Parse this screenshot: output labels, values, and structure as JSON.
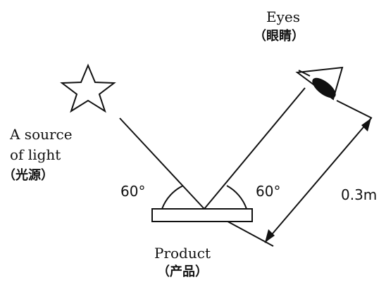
{
  "labels": {
    "eyes": "Eyes",
    "eyes_cn": "（眼睛）",
    "light_line1": "A source",
    "light_line2": "of light",
    "light_cn": "（光源）",
    "angle_left": "60°",
    "angle_right": "60°",
    "distance": "0.3m",
    "product": "Product",
    "product_cn": "（产品）"
  },
  "colors": {
    "ink": "#111111",
    "background": "#ffffff"
  },
  "icons": {
    "light_source": "star-icon",
    "eye": "eye-icon"
  }
}
